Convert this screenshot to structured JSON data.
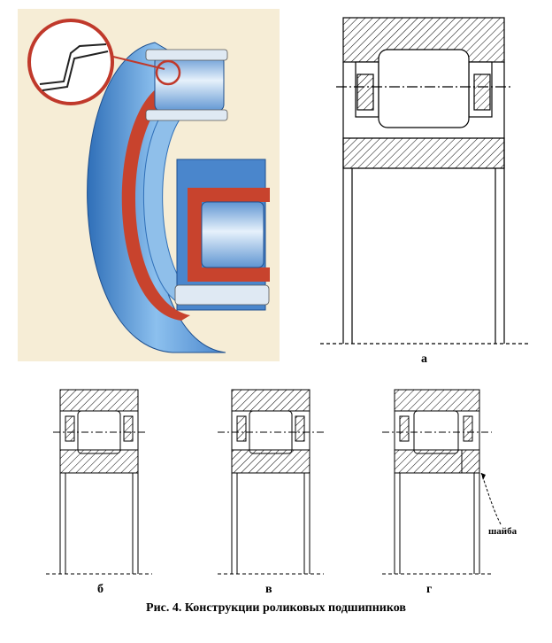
{
  "labels": {
    "a": "а",
    "b": "б",
    "v": "в",
    "g": "г",
    "washer": "шайба"
  },
  "caption": "Рис. 4. Конструкции роликовых подшипников",
  "colors": {
    "illustration_bg": "#f6edd6",
    "bearing_blue": "#6ea8e0",
    "bearing_blue_dark": "#2f6fb8",
    "cage_red": "#c8432d",
    "magnifier_ring": "#c0392b"
  }
}
